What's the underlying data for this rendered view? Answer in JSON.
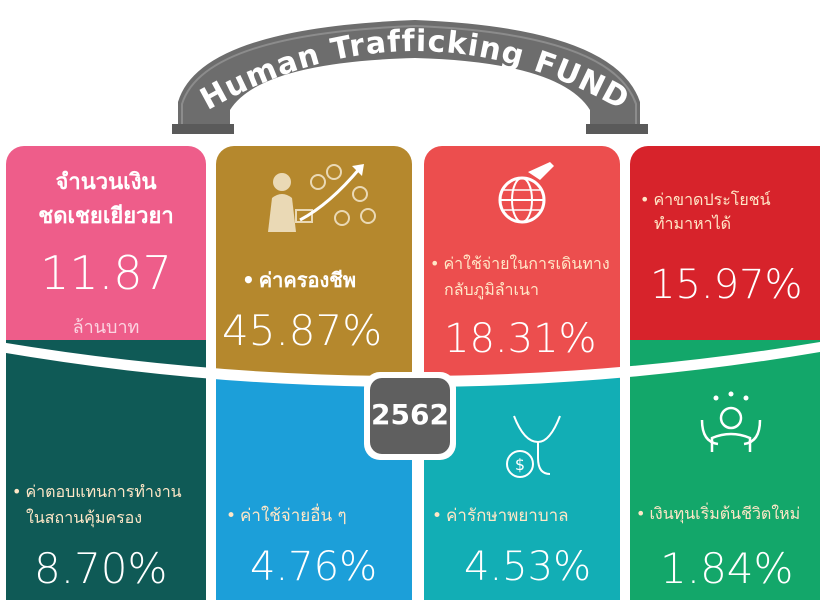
{
  "banner": {
    "title": "Human Trafficking FUND"
  },
  "year": "2562",
  "colors": {
    "pink": "#ee5d8a",
    "gold": "#b5882d",
    "coral": "#ec4e4e",
    "red": "#d7232b",
    "teal_dark": "#0f5a56",
    "blue": "#1c9fd9",
    "cyan": "#12aeb5",
    "green": "#13a76a",
    "banner": "#6b6b6b"
  },
  "cards": {
    "total": {
      "title_line1": "จำนวนเงิน",
      "title_line2": "ชดเชยเยียวยา",
      "value": "11.87",
      "unit": "ล้านบาท"
    },
    "living_cost": {
      "label": "ค่าครองชีพ",
      "percent": "45.87%"
    },
    "travel_cost": {
      "label_line1": "ค่าใช้จ่ายในการเดินทาง",
      "label_line2": "กลับภูมิลำเนา",
      "percent": "18.31%"
    },
    "lost_benefit": {
      "label_line1": "ค่าขาดประโยชน์",
      "label_line2": "ทำมาหาได้",
      "percent": "15.97%"
    },
    "shelter_work": {
      "label_line1": "ค่าตอบแทนการทำงาน",
      "label_line2": "ในสถานคุ้มครอง",
      "percent": "8.70%"
    },
    "other_cost": {
      "label": "ค่าใช้จ่ายอื่น ๆ",
      "percent": "4.76%"
    },
    "medical": {
      "label": "ค่ารักษาพยาบาล",
      "percent": "4.53%"
    },
    "new_life_fund": {
      "label": "เงินทุนเริ่มต้นชีวิตใหม่",
      "percent": "1.84%"
    }
  }
}
